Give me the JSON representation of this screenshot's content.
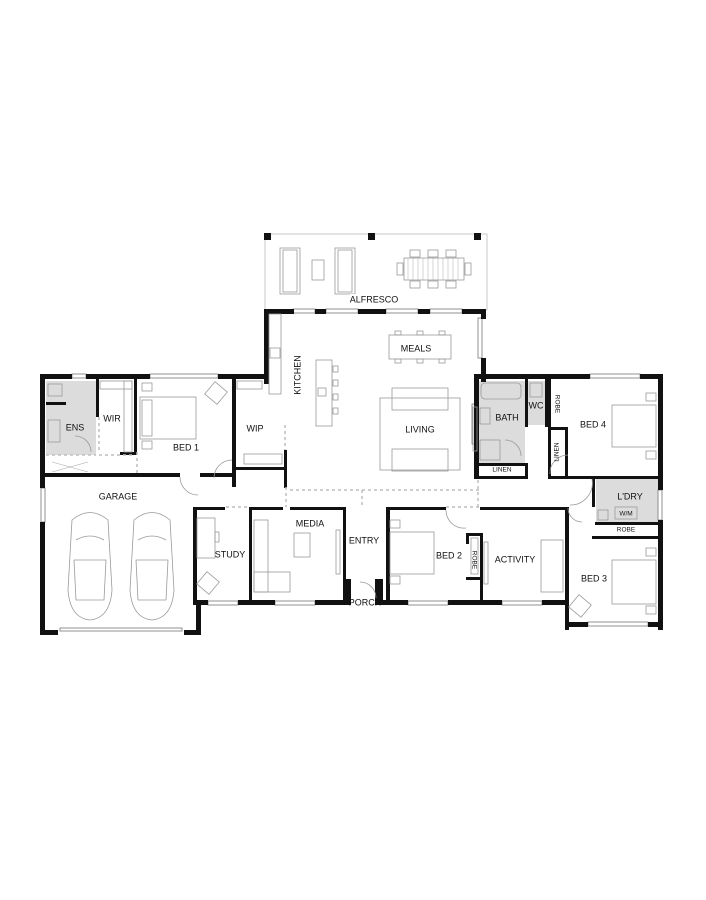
{
  "plan": {
    "type": "single-storey house floor plan",
    "rooms": {
      "alfresco": "ALFRESCO",
      "meals": "MEALS",
      "kitchen": "KITCHEN",
      "living": "LIVING",
      "wip": "WIP",
      "bed1": "BED 1",
      "wir": "WIR",
      "ens": "ENS",
      "garage": "GARAGE",
      "study": "STUDY",
      "media": "MEDIA",
      "entry": "ENTRY",
      "porch": "PORCH",
      "bed2": "BED 2",
      "robe_bed2": "ROBE",
      "activity": "ACTIVITY",
      "bath": "BATH",
      "linen_bath": "LINEN",
      "wc": "WC",
      "robe_bed4": "ROBE",
      "linen_hall": "LINEN",
      "bed4": "BED 4",
      "laundry": "L'DRY",
      "wm": "W/M",
      "robe_bed3": "ROBE",
      "bed3": "BED 3"
    },
    "colors": {
      "wall": "#111111",
      "wet_area": "#dcdcdc",
      "background": "#ffffff"
    }
  }
}
